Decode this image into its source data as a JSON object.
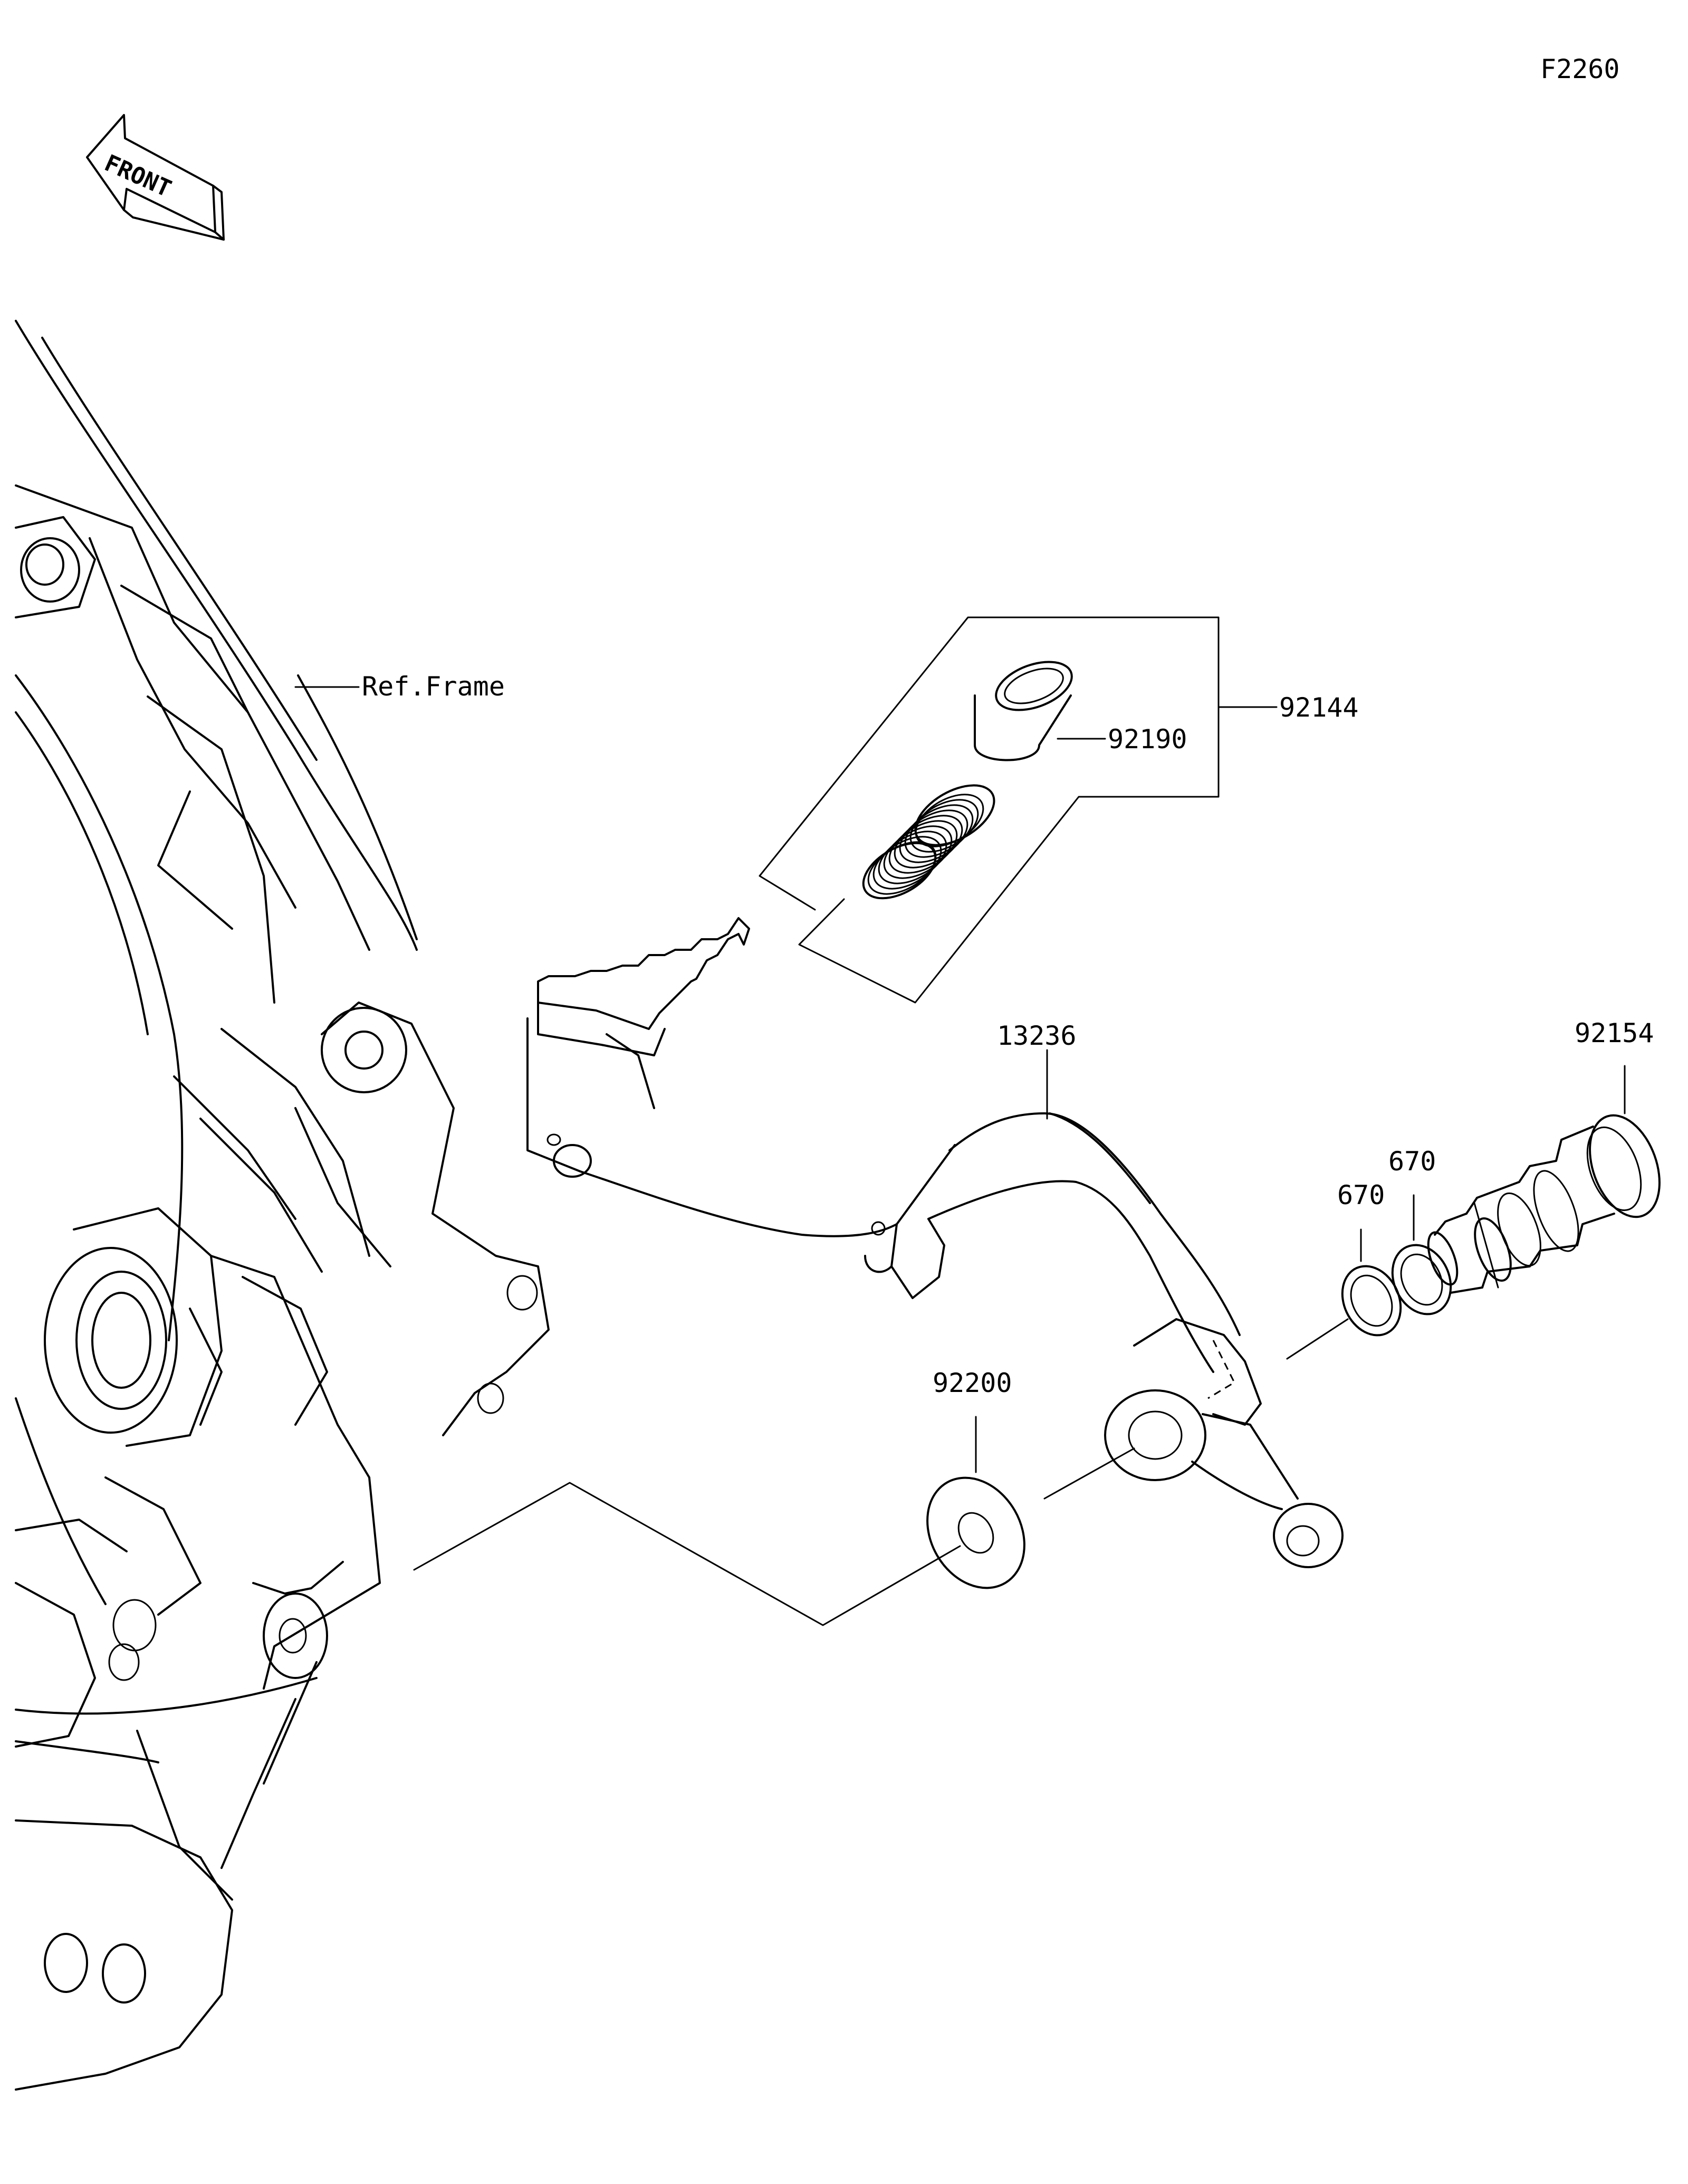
{
  "diagram_code": "F2260",
  "front_label": "FRONT",
  "ref_label": "Ref.Frame",
  "parts": {
    "cover_kit": "92144",
    "collar": "92190",
    "pedal": "13236",
    "pivot_bolt": "92154",
    "washer_a": "670",
    "washer_b": "670",
    "washer_c": "92200"
  },
  "icons": {
    "front_arrow": "front-arrow-icon"
  }
}
